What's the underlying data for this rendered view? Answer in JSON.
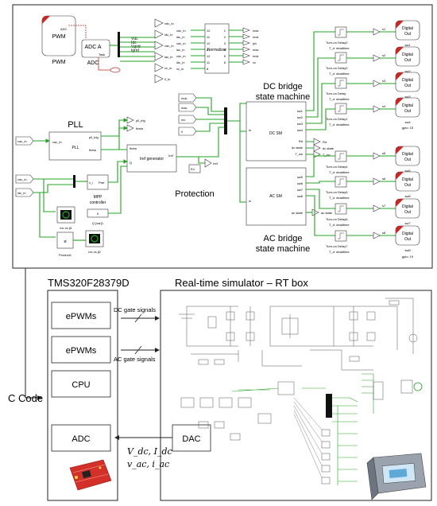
{
  "model": {
    "pwm": {
      "label": "PWM",
      "caption": "PWM",
      "adc_text": "ADC"
    },
    "adc": {
      "label": "ADC A",
      "caption": "ADC",
      "task": "Task"
    },
    "bus_labels": [
      "Vdc",
      "Idc",
      "Vgrid",
      "Igrid"
    ],
    "normalizer": {
      "label": "Normalizer",
      "in_ports": [
        "vdc_in",
        "idc_in",
        "vac_in",
        "iac_in",
        "vdc_in",
        "idc_in",
        "vc_in",
        "il_in"
      ],
      "in_nums": [
        "12",
        "11",
        "12",
        "8",
        "12",
        "11",
        "12",
        "8"
      ],
      "out_nums": [
        "1",
        "2",
        "3",
        "4",
        "5",
        "6",
        "7",
        "8"
      ],
      "out_ports": [
        "mac",
        "mdc",
        "pic",
        "mac",
        "mdc",
        "vc",
        "ma"
      ]
    },
    "pll": {
      "title": "PLL",
      "label": "PLL",
      "in_port": "vac_in",
      "in_label": "vac_in",
      "out_labels": [
        "pll_trig",
        "theta"
      ],
      "out_theta": "theta"
    },
    "iref": {
      "label": "Iref generator",
      "inputs": [
        "theta",
        "Q"
      ],
      "out": "Iref"
    },
    "protection": {
      "title": "Protection",
      "inputs": [
        "mdc",
        "mac",
        "mc",
        "il"
      ],
      "en": "En",
      "iref": "Iref"
    },
    "mpp": {
      "label": "MPP\ncontroller",
      "line1": "MPP",
      "line2": "controller",
      "vi": "v_i",
      "pref": "Pref",
      "inputs": [
        "vdc_in",
        "idc_in"
      ],
      "q_box": "0",
      "q_label": "Q [var]1"
    },
    "scopes": [
      "mc vs jl1",
      "mc vs jl2"
    ],
    "product": "Product1",
    "dc_sm": {
      "title_line1": "DC bridge",
      "title_line2": "state machine",
      "label": "DC SM",
      "ins": [
        "sw1",
        "sw2",
        "sw3",
        "sw4"
      ],
      "flags": [
        "Rd",
        "dc state",
        "T_sw"
      ],
      "in": "in"
    },
    "ac_sm": {
      "title_line1": "AC bridge",
      "title_line2": "state machine",
      "label": "AC SM",
      "ins": [
        "sw5",
        "sw6",
        "sw7",
        "sw8"
      ],
      "state": "ac state",
      "in": "in"
    },
    "delays_dc": [
      {
        "name": "Turn-on Delay2",
        "param": "T_d:  deadtime",
        "sig": "s1",
        "out": "sw1",
        "gpio": ""
      },
      {
        "name": "Turn-on Delay3",
        "param": "T_d:  deadtime",
        "sig": "s2",
        "out": "sw2",
        "gpio": ""
      },
      {
        "name": "Turn-on Delay",
        "param": "T_d:  deadtime",
        "sig": "s3",
        "out": "sw3",
        "gpio": ""
      },
      {
        "name": "Turn-on Delay1",
        "param": "T_d:  deadtime",
        "sig": "s4",
        "out": "sw4",
        "gpio": "gpio:  15"
      }
    ],
    "delays_ac": [
      {
        "name": "Turn-on Delay4",
        "param": "T_d:  deadtime",
        "sig": "s5",
        "out": "sw5",
        "gpio": ""
      },
      {
        "name": "Turn-on Delay5",
        "param": "T_d:  deadtime",
        "sig": "s6",
        "out": "sw6",
        "gpio": ""
      },
      {
        "name": "Turn-on Delay6",
        "param": "T_d:  deadtime",
        "sig": "s7",
        "out": "sw7",
        "gpio": ""
      },
      {
        "name": "Turn-on Delay7",
        "param": "T_d:  deadtime",
        "sig": "s8",
        "out": "sw8",
        "gpio": "gpio:  19"
      }
    ],
    "digital_out": "Digital\nOut",
    "digital_out_l1": "Digital",
    "digital_out_l2": "Out"
  },
  "bottom": {
    "c_code": "C Code",
    "mcu_title": "TMS320F28379D",
    "mcu_blocks": [
      "ePWMs",
      "ePWMs",
      "CPU",
      "ADC"
    ],
    "rt_title": "Real-time simulator – RT box",
    "dc_gate": "DC gate signals",
    "ac_gate": "AC gate signals",
    "dac": "DAC",
    "meas_line1": "V_dc, I_dc",
    "meas_line2": "v_ac, i_ac",
    "colors": {
      "wire_green": "#23a323",
      "outline": "#333333",
      "board_red": "#d4302a"
    }
  }
}
